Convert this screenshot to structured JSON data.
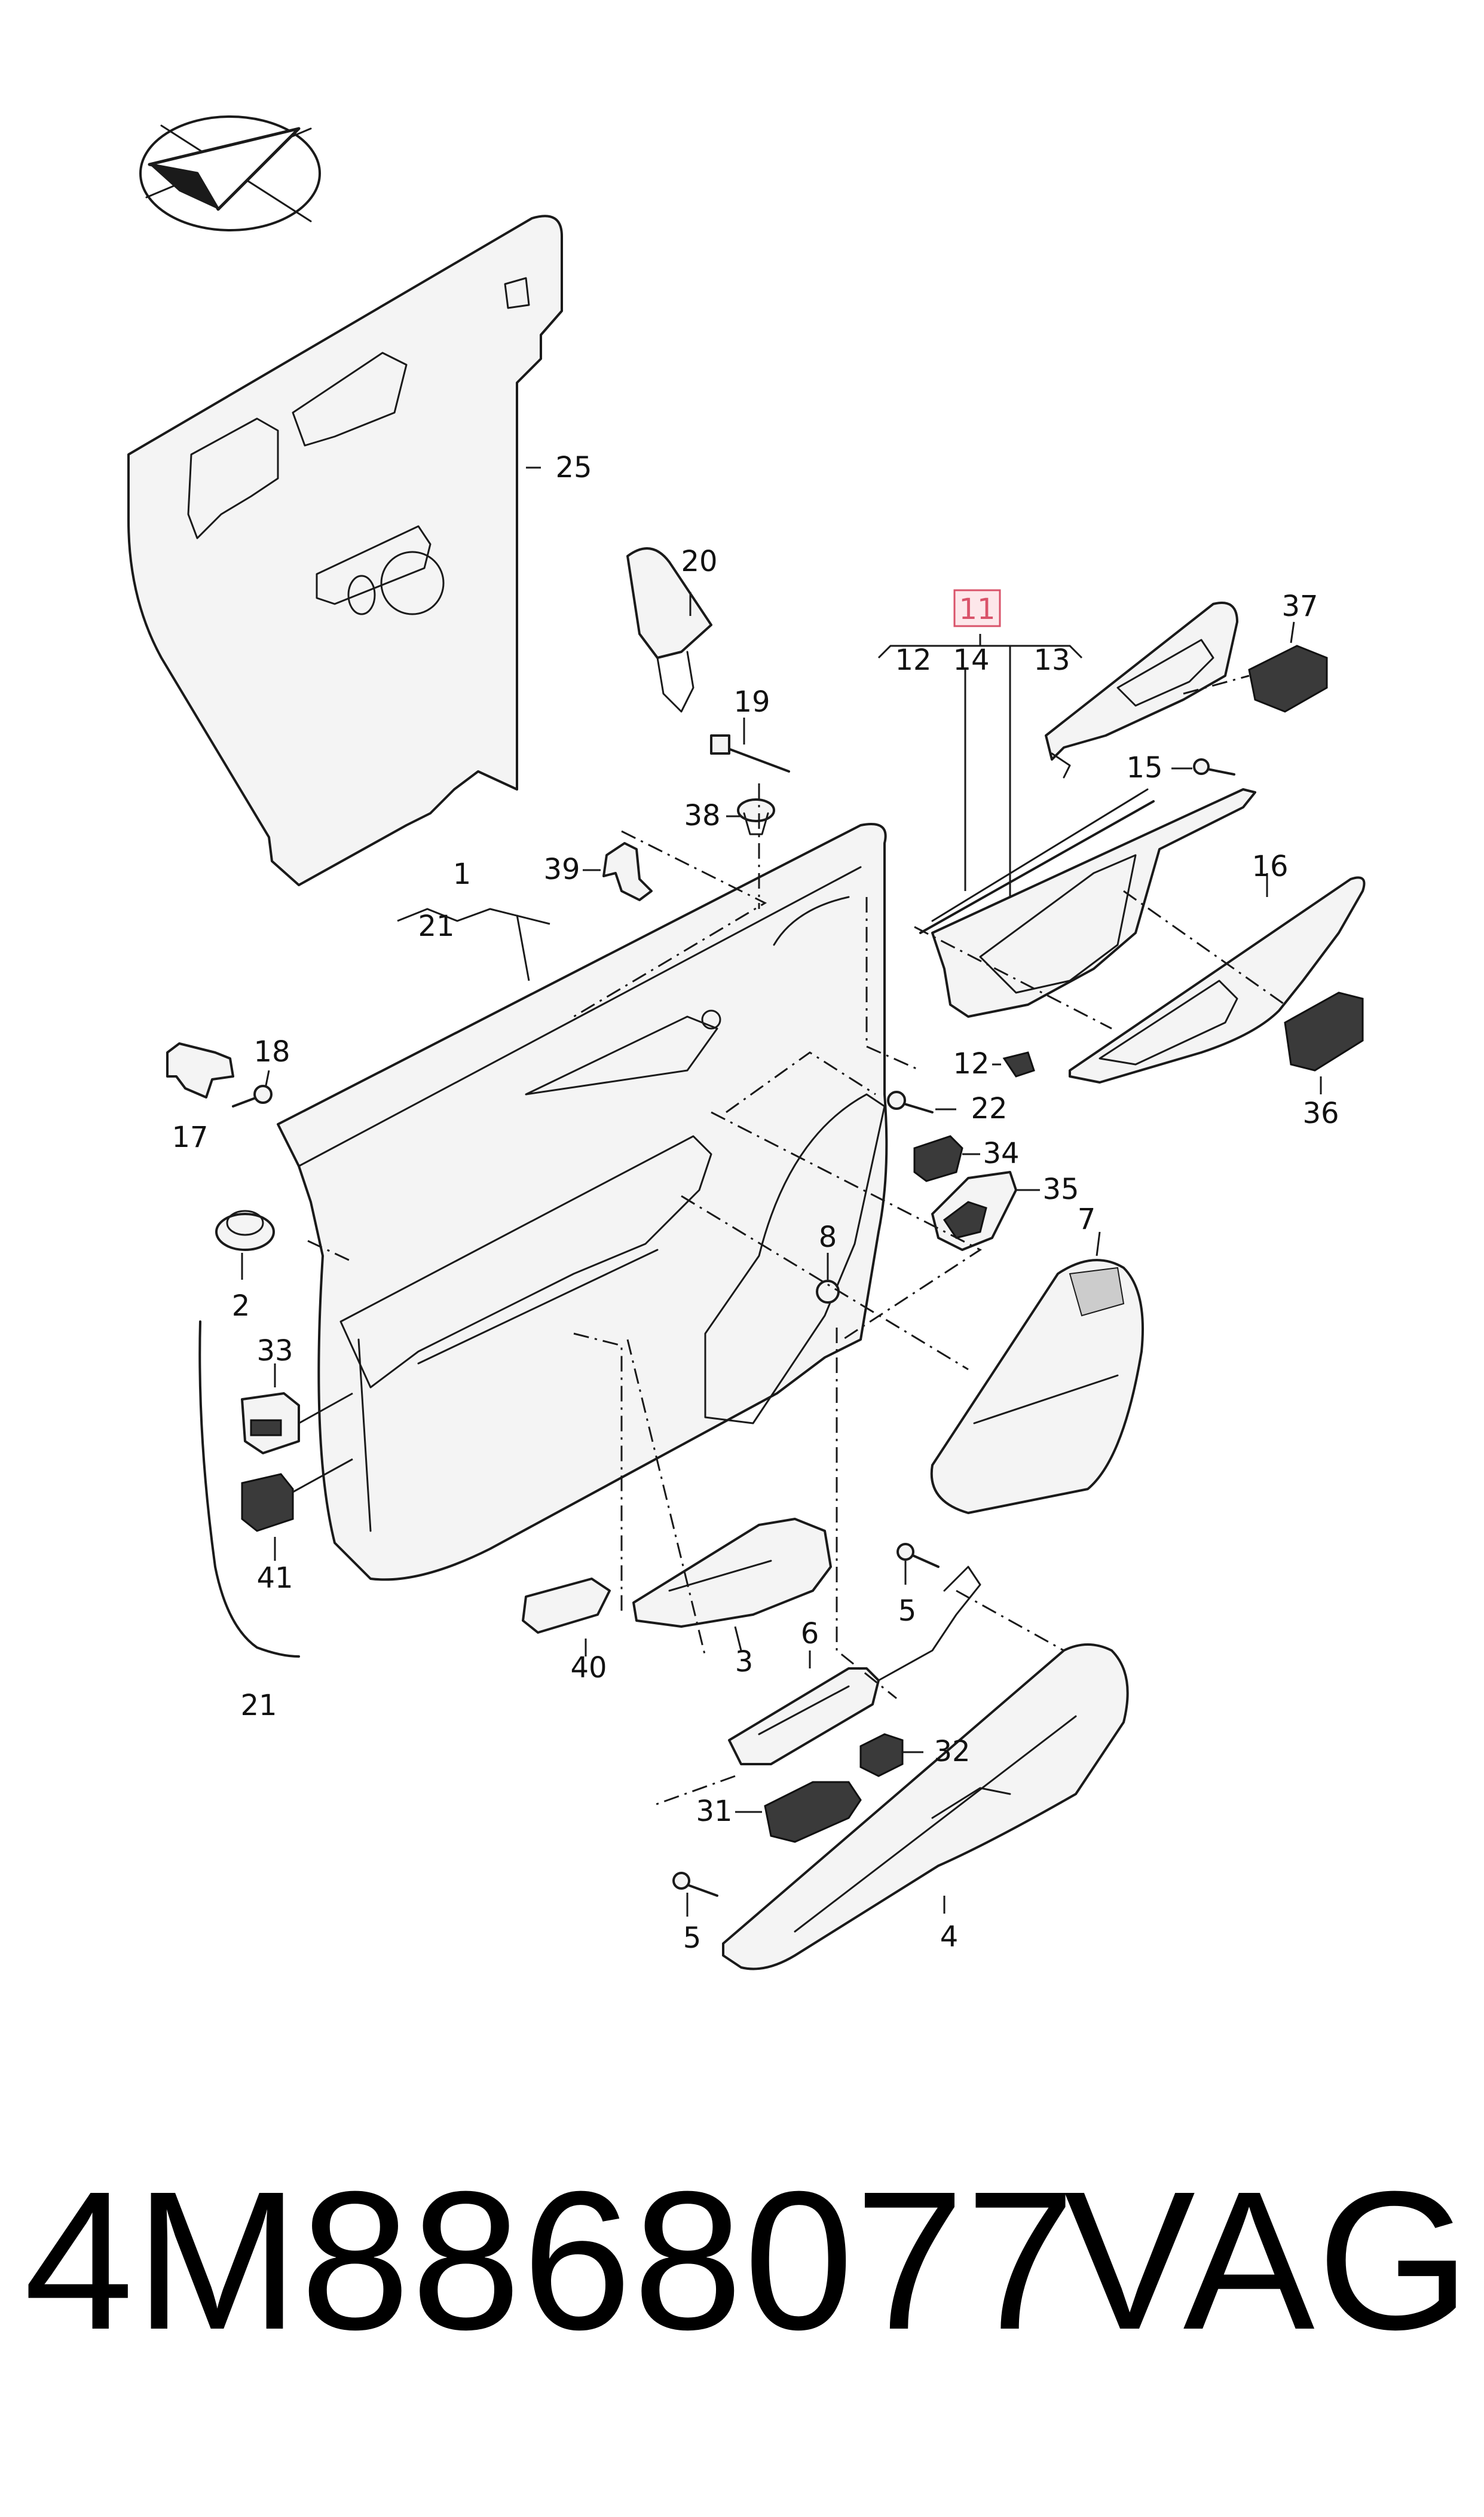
{
  "diagram": {
    "labels": {
      "l1": "1",
      "l2": "2",
      "l3": "3",
      "l4": "4",
      "l5a": "5",
      "l5b": "5",
      "l6": "6",
      "l7": "7",
      "l8": "8",
      "l11": "11",
      "l12a": "12",
      "l12b": "12",
      "l13": "13",
      "l14": "14",
      "l15": "15",
      "l16": "16",
      "l17": "17",
      "l18": "18",
      "l19": "19",
      "l20": "20",
      "l21a": "21",
      "l21b": "21",
      "l22": "22",
      "l25": "25",
      "l31": "31",
      "l32": "32",
      "l33": "33",
      "l34": "34",
      "l35": "35",
      "l36": "36",
      "l37": "37",
      "l38": "38",
      "l39": "39",
      "l40": "40",
      "l41": "41"
    },
    "highlighted_label": "11",
    "highlight_color": "#d9536a",
    "line_color": "#1a1a1a",
    "icons": [
      "orientation-arrow-icon"
    ]
  },
  "footer": {
    "part_number": "4M8868077",
    "brand": "VAG"
  }
}
